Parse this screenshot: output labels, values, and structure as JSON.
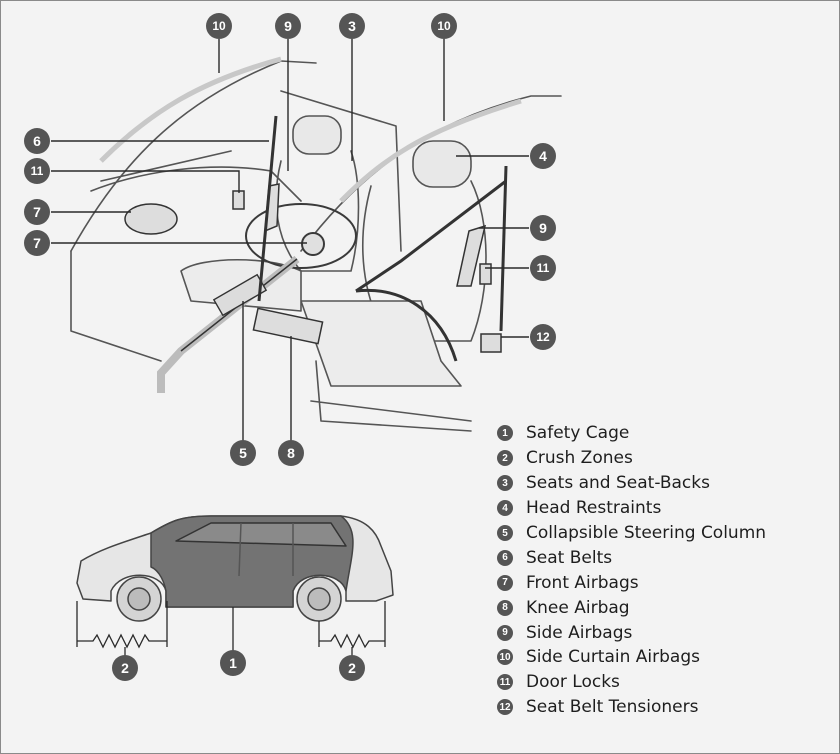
{
  "colors": {
    "marker_fill": "#555555",
    "marker_text": "#ffffff",
    "line": "#2a2a2a",
    "background": "#f3f3f3",
    "car_body": "#707070"
  },
  "callouts": {
    "c1": "1",
    "c2a": "2",
    "c2b": "2",
    "c3": "3",
    "c4": "4",
    "c5": "5",
    "c6": "6",
    "c7a": "7",
    "c7b": "7",
    "c8": "8",
    "c9a": "9",
    "c9b": "9",
    "c10a": "10",
    "c10b": "10",
    "c11a": "11",
    "c11b": "11",
    "c12": "12"
  },
  "legend": [
    {
      "num": "1",
      "label": "Safety Cage"
    },
    {
      "num": "2",
      "label": "Crush Zones"
    },
    {
      "num": "3",
      "label": "Seats and Seat-Backs"
    },
    {
      "num": "4",
      "label": "Head Restraints"
    },
    {
      "num": "5",
      "label": "Collapsible Steering Column"
    },
    {
      "num": "6",
      "label": "Seat Belts"
    },
    {
      "num": "7",
      "label": "Front Airbags"
    },
    {
      "num": "8",
      "label": "Knee Airbag"
    },
    {
      "num": "9",
      "label": "Side Airbags"
    },
    {
      "num": "10",
      "label": "Side Curtain Airbags"
    },
    {
      "num": "11",
      "label": "Door Locks"
    },
    {
      "num": "12",
      "label": "Seat Belt Tensioners"
    }
  ]
}
